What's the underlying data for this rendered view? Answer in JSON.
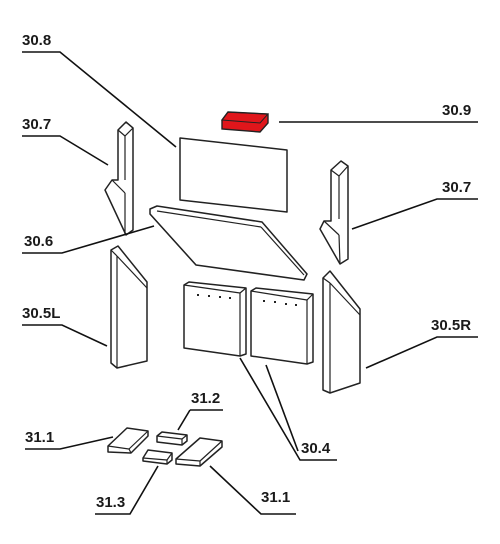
{
  "labels": {
    "l308": "30.8",
    "l309": "30.9",
    "l307_left": "30.7",
    "l307_right": "30.7",
    "l306": "30.6",
    "l305L": "30.5L",
    "l305R": "30.5R",
    "l304": "30.4",
    "l312": "31.2",
    "l311_left": "31.1",
    "l311_right": "31.1",
    "l313": "31.3"
  },
  "colors": {
    "highlight_part": "#e0161b",
    "line": "#111111"
  }
}
